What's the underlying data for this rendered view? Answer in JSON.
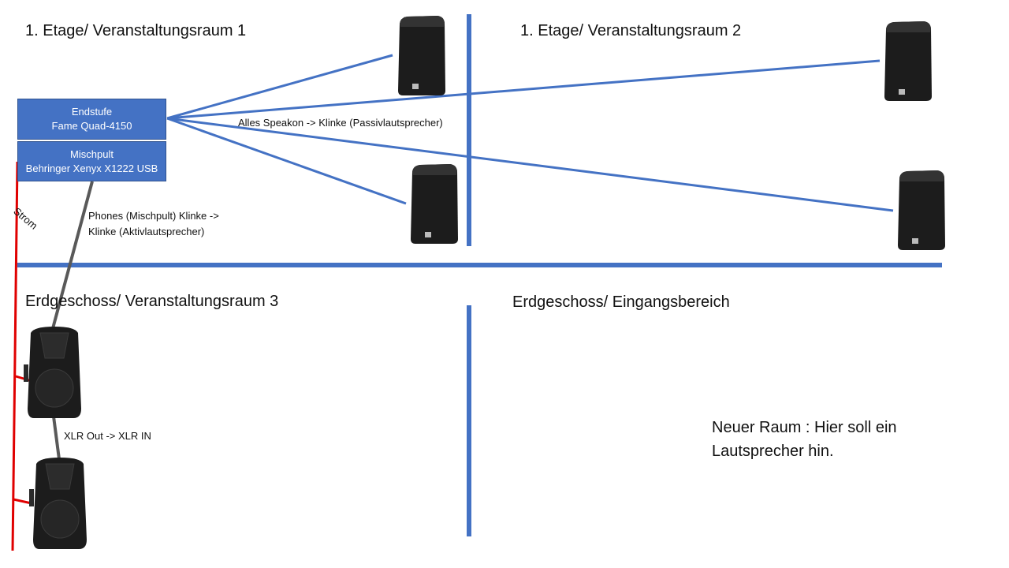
{
  "rooms": {
    "room1": "1. Etage/ Veranstaltungsraum 1",
    "room2": "1. Etage/ Veranstaltungsraum 2",
    "room3": "Erdgeschoss/ Veranstaltungsraum 3",
    "entrance": "Erdgeschoss/ Eingangsbereich"
  },
  "devices": {
    "amp": {
      "line1": "Endstufe",
      "line2": "Fame Quad-4150"
    },
    "mixer": {
      "line1": "Mischpult",
      "line2": "Behringer Xenyx X1222 USB"
    }
  },
  "connections": {
    "speakon": "Alles Speakon  -> Klinke (Passivlautsprecher)",
    "phones_line1": "Phones (Mischpult) Klinke ->",
    "phones_line2": "Klinke (Aktivlautsprecher)",
    "xlr": "XLR Out -> XLR IN",
    "power": "Strom"
  },
  "note": {
    "line1": "Neuer Raum : Hier soll ein",
    "line2": "Lautsprecher hin."
  },
  "colors": {
    "wall": "#4472c4",
    "cable_passive": "#4472c4",
    "cable_active": "#595959",
    "power": "#e00000",
    "speaker": "#1c1c1c"
  }
}
